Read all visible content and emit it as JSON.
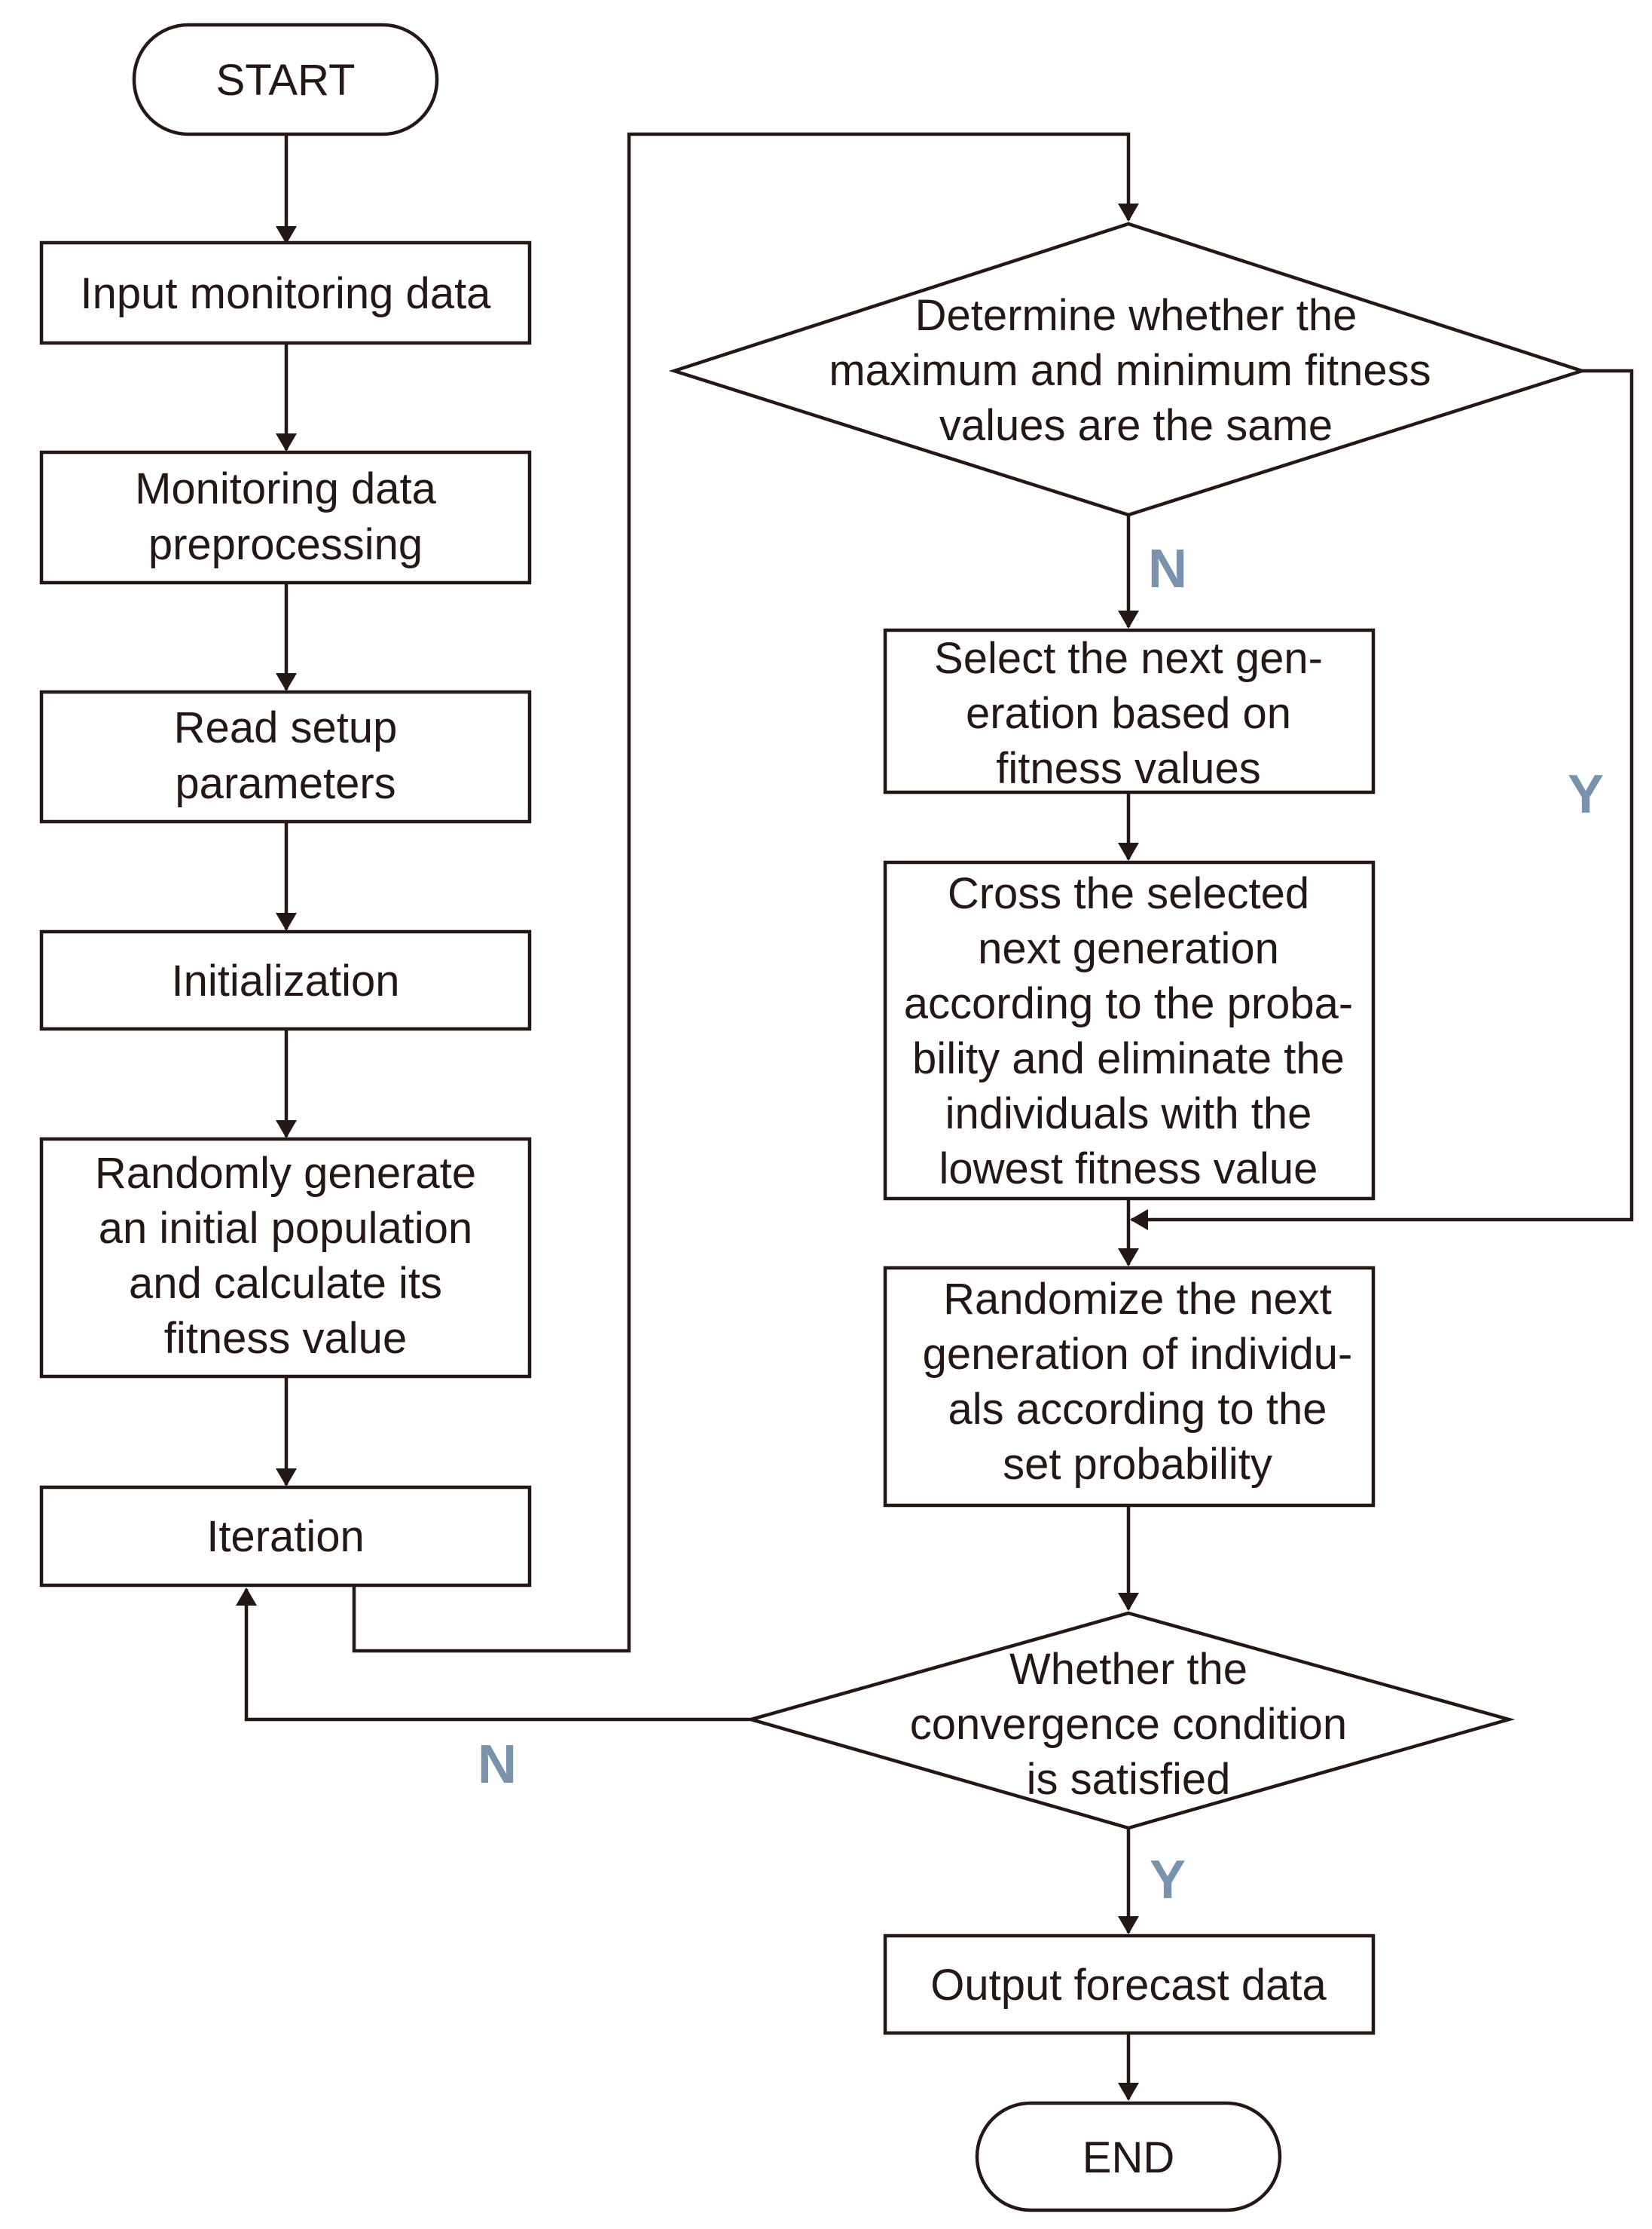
{
  "nodes": {
    "start": "START",
    "input": "Input monitoring data",
    "preprocess": [
      "Monitoring data",
      "preprocessing"
    ],
    "read_params": [
      "Read setup",
      "parameters"
    ],
    "init": "Initialization",
    "random_pop": [
      "Randomly generate",
      "an initial population",
      "and calculate its",
      "fitness value"
    ],
    "iteration": "Iteration",
    "determine": [
      "Determine whether the",
      "maximum and minimum fitness",
      "values are the same"
    ],
    "select": [
      "Select the next gen-",
      "eration based on",
      "fitness values"
    ],
    "cross": [
      "Cross the selected",
      "next generation",
      "according to the proba-",
      "bility and eliminate the",
      "individuals with the",
      "lowest fitness value"
    ],
    "randomize": [
      "Randomize the next",
      "generation of individu-",
      "als according to the",
      "set probability"
    ],
    "converge": [
      "Whether the",
      "convergence condition",
      "is satisfied"
    ],
    "output": "Output forecast data",
    "end": "END"
  },
  "edge_labels": {
    "determine_no": "N",
    "determine_yes": "Y",
    "converge_no": "N",
    "converge_yes": "Y"
  },
  "colors": {
    "line": "#231815",
    "label": "#7a93ad"
  }
}
